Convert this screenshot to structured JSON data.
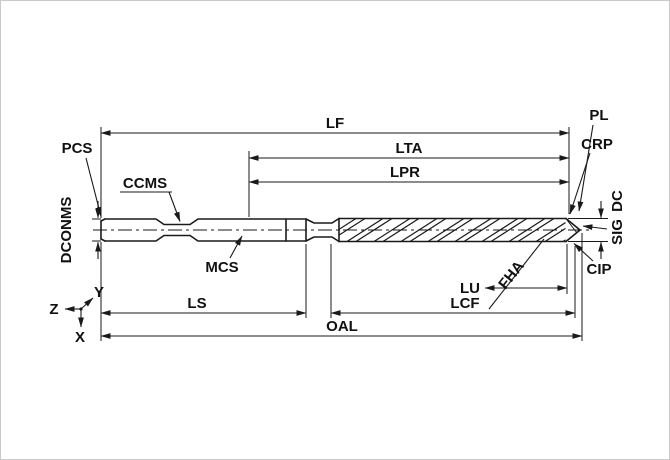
{
  "figure": {
    "colors": {
      "line": "#1a1a1a",
      "background": "#ffffff",
      "border": "#c9c9c9"
    }
  },
  "labels": {
    "lf": "LF",
    "lta": "LTA",
    "lpr": "LPR",
    "pl": "PL",
    "crp": "CRP",
    "pcs": "PCS",
    "ccms": "CCMS",
    "dconms": "DCONMS",
    "mcs": "MCS",
    "dc": "DC",
    "sig": "SIG",
    "cip": "CIP",
    "fha": "FHA",
    "lu": "LU",
    "ls": "LS",
    "lcf": "LCF",
    "oal": "OAL",
    "axis_z": "Z",
    "axis_y": "Y",
    "axis_x": "X"
  }
}
